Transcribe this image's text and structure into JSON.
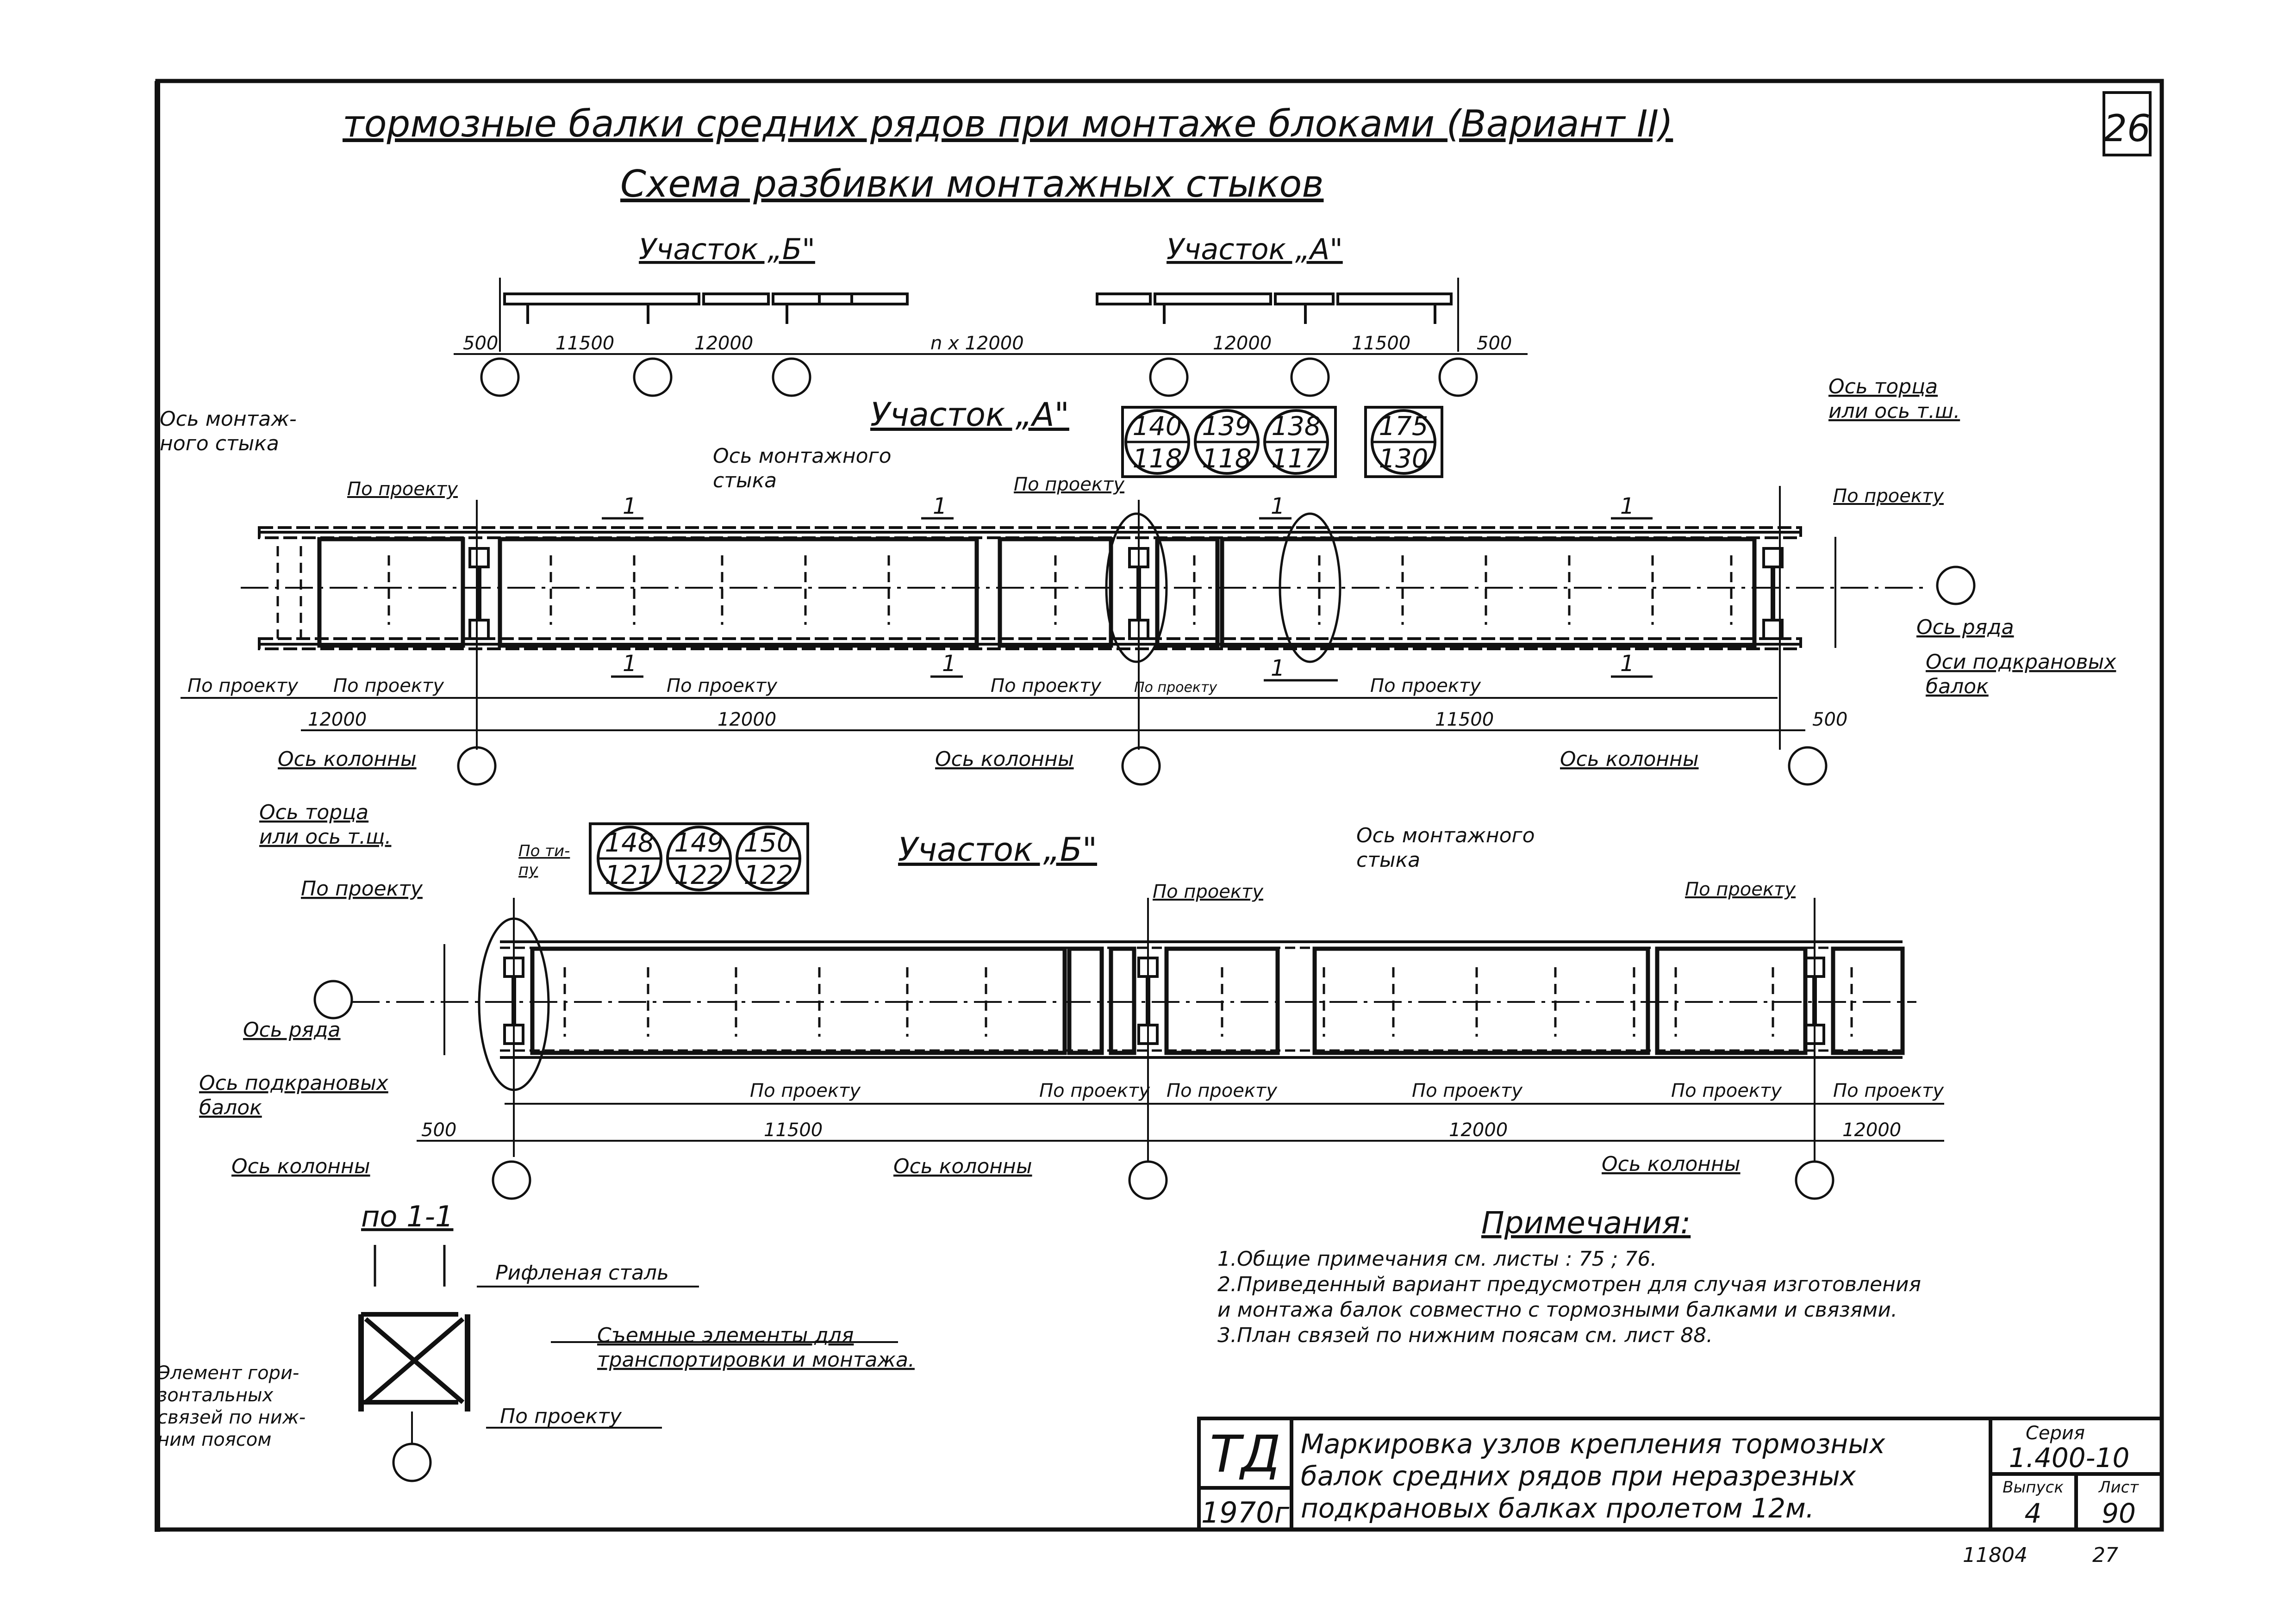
{
  "header": {
    "title": "тормозные балки средних рядов при монтаже блоками (Вариант II)",
    "subtitle": "Схема разбивки монтажных стыков",
    "sheet_corner": "26"
  },
  "scheme": {
    "label_b": "Участок „Б\"",
    "label_a": "Участок „А\"",
    "dims": [
      "500",
      "11500",
      "12000",
      "n x 12000",
      "12000",
      "11500",
      "500"
    ]
  },
  "plan_a": {
    "title": "Участок „А\"",
    "mark_groups": [
      {
        "top": "140",
        "bottom": "118"
      },
      {
        "top": "139",
        "bottom": "118"
      },
      {
        "top": "138",
        "bottom": "117"
      }
    ],
    "mark_extra": {
      "top": "175",
      "bottom": "130"
    },
    "labels": {
      "axis_joint_left": "Ось монтаж-\nного стыка",
      "axis_joint_center": "Ось монтажного\nстыка",
      "axis_end": "Ось торца\nили ось т.ш.",
      "row_axis": "Ось ряда",
      "crane_axes": "Оси подкрановых\nбалок",
      "per_project": "По проекту",
      "per_project_short": "По проекту",
      "column_axis": "Ось колонны",
      "section_mark": "1"
    },
    "dims": [
      "12000",
      "12000",
      "11500",
      "500"
    ]
  },
  "plan_b": {
    "title": "Участок „Б\"",
    "mark_groups": [
      {
        "top": "148",
        "bottom": "121"
      },
      {
        "top": "149",
        "bottom": "122"
      },
      {
        "top": "150",
        "bottom": "122"
      }
    ],
    "labels": {
      "axis_end": "Ось торца\nили ось т.щ.",
      "by_type": "По ти-\nпу",
      "axis_joint": "Ось монтажного\nстыка",
      "row_axis": "Ось ряда",
      "crane_axes": "Ось подкрановых\nбалок",
      "per_project": "По проекту",
      "column_axis": "Ось колонны"
    },
    "dims": [
      "500",
      "11500",
      "12000",
      "12000"
    ]
  },
  "section": {
    "title": "по 1-1",
    "ribbed_steel": "Рифленая сталь",
    "removable": "Съемные элементы для\nтранспортировки и монтажа.",
    "horizontal_element": "Элемент гори-\nзонтальных\nсвязей по ниж-\nним поясом",
    "per_project": "По проекту"
  },
  "notes": {
    "heading": "Примечания:",
    "items": [
      "1.Общие примечания  см. листы : 75 ; 76.",
      "2.Приведенный вариант предусмотрен для случая изготовления",
      "  и монтажа балок совместно с тормозными балками и связями.",
      "3.План связей по нижним поясам см. лист 88."
    ]
  },
  "stamp": {
    "org": "ТД",
    "year": "1970г",
    "description": "Маркировка узлов крепления тормозных\nбалок средних рядов  при неразрезных\nподкрановых балках пролетом 12м.",
    "series_label": "Серия",
    "series": "1.400-10",
    "issue_label": "Выпуск",
    "issue": "4",
    "sheet_label": "Лист",
    "sheet": "90"
  },
  "footer": {
    "number": "11804",
    "page": "27"
  }
}
